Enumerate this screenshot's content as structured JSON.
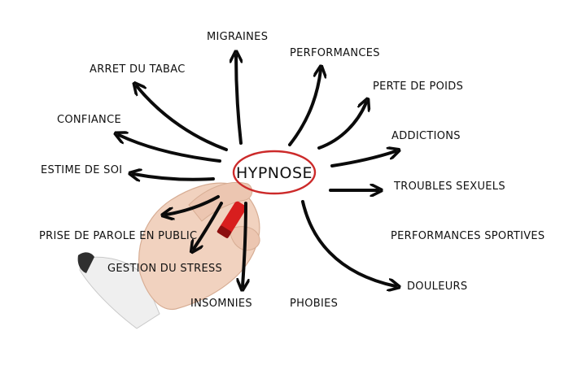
{
  "diagram": {
    "center": "HYPNOSE",
    "branches": [
      {
        "id": "migraines",
        "label": "MIGRAINES"
      },
      {
        "id": "performances",
        "label": "PERFORMANCES"
      },
      {
        "id": "arret-du-tabac",
        "label": "ARRET DU TABAC"
      },
      {
        "id": "perte-de-poids",
        "label": "PERTE DE POIDS"
      },
      {
        "id": "confiance",
        "label": "CONFIANCE"
      },
      {
        "id": "addictions",
        "label": "ADDICTIONS"
      },
      {
        "id": "estime-de-soi",
        "label": "ESTIME DE SOI"
      },
      {
        "id": "troubles-sexuels",
        "label": "TROUBLES SEXUELS"
      },
      {
        "id": "prise-de-parole",
        "label": "PRISE DE PAROLE EN PUBLIC"
      },
      {
        "id": "performances-sportives",
        "label": "PERFORMANCES SPORTIVES"
      },
      {
        "id": "gestion-du-stress",
        "label": "GESTION DU STRESS"
      },
      {
        "id": "douleurs",
        "label": "DOULEURS"
      },
      {
        "id": "insomnies",
        "label": "INSOMNIES"
      },
      {
        "id": "phobies",
        "label": "PHOBIES"
      }
    ]
  },
  "colors": {
    "ink": "#0b0b0b",
    "ellipse": "#cc2a2a",
    "marker": "#d81e1e",
    "skin": "#f1d2bf",
    "sleeve": "#efefef",
    "cuff": "#2f2f2f"
  }
}
